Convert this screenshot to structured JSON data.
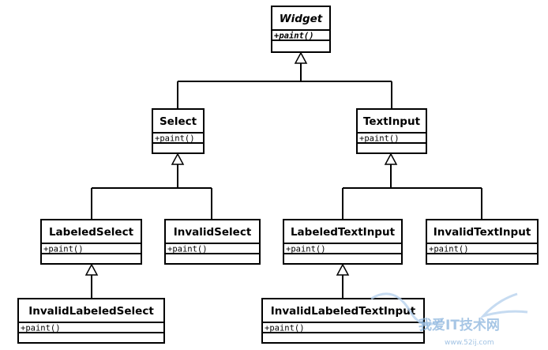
{
  "diagram": {
    "classes": {
      "widget": {
        "name": "Widget",
        "operation": "+paint()",
        "abstract": true
      },
      "select": {
        "name": "Select",
        "operation": "+paint()"
      },
      "text_input": {
        "name": "TextInput",
        "operation": "+paint()"
      },
      "labeled_select": {
        "name": "LabeledSelect",
        "operation": "+paint()"
      },
      "invalid_select": {
        "name": "InvalidSelect",
        "operation": "+paint()"
      },
      "labeled_text_input": {
        "name": "LabeledTextInput",
        "operation": "+paint()"
      },
      "invalid_text_input": {
        "name": "InvalidTextInput",
        "operation": "+paint()"
      },
      "invalid_labeled_select": {
        "name": "InvalidLabeledSelect",
        "operation": "+paint()"
      },
      "invalid_labeled_text_input": {
        "name": "InvalidLabeledTextInput",
        "operation": "+paint()"
      }
    },
    "inheritance": [
      {
        "parent": "widget",
        "children": [
          "select",
          "text_input"
        ]
      },
      {
        "parent": "select",
        "children": [
          "labeled_select",
          "invalid_select"
        ]
      },
      {
        "parent": "text_input",
        "children": [
          "labeled_text_input",
          "invalid_text_input"
        ]
      },
      {
        "parent": "labeled_select",
        "children": [
          "invalid_labeled_select"
        ]
      },
      {
        "parent": "labeled_text_input",
        "children": [
          "invalid_labeled_text_input"
        ]
      }
    ]
  },
  "watermark": {
    "text": "我爱IT技术网",
    "url": "www.52ij.com"
  }
}
